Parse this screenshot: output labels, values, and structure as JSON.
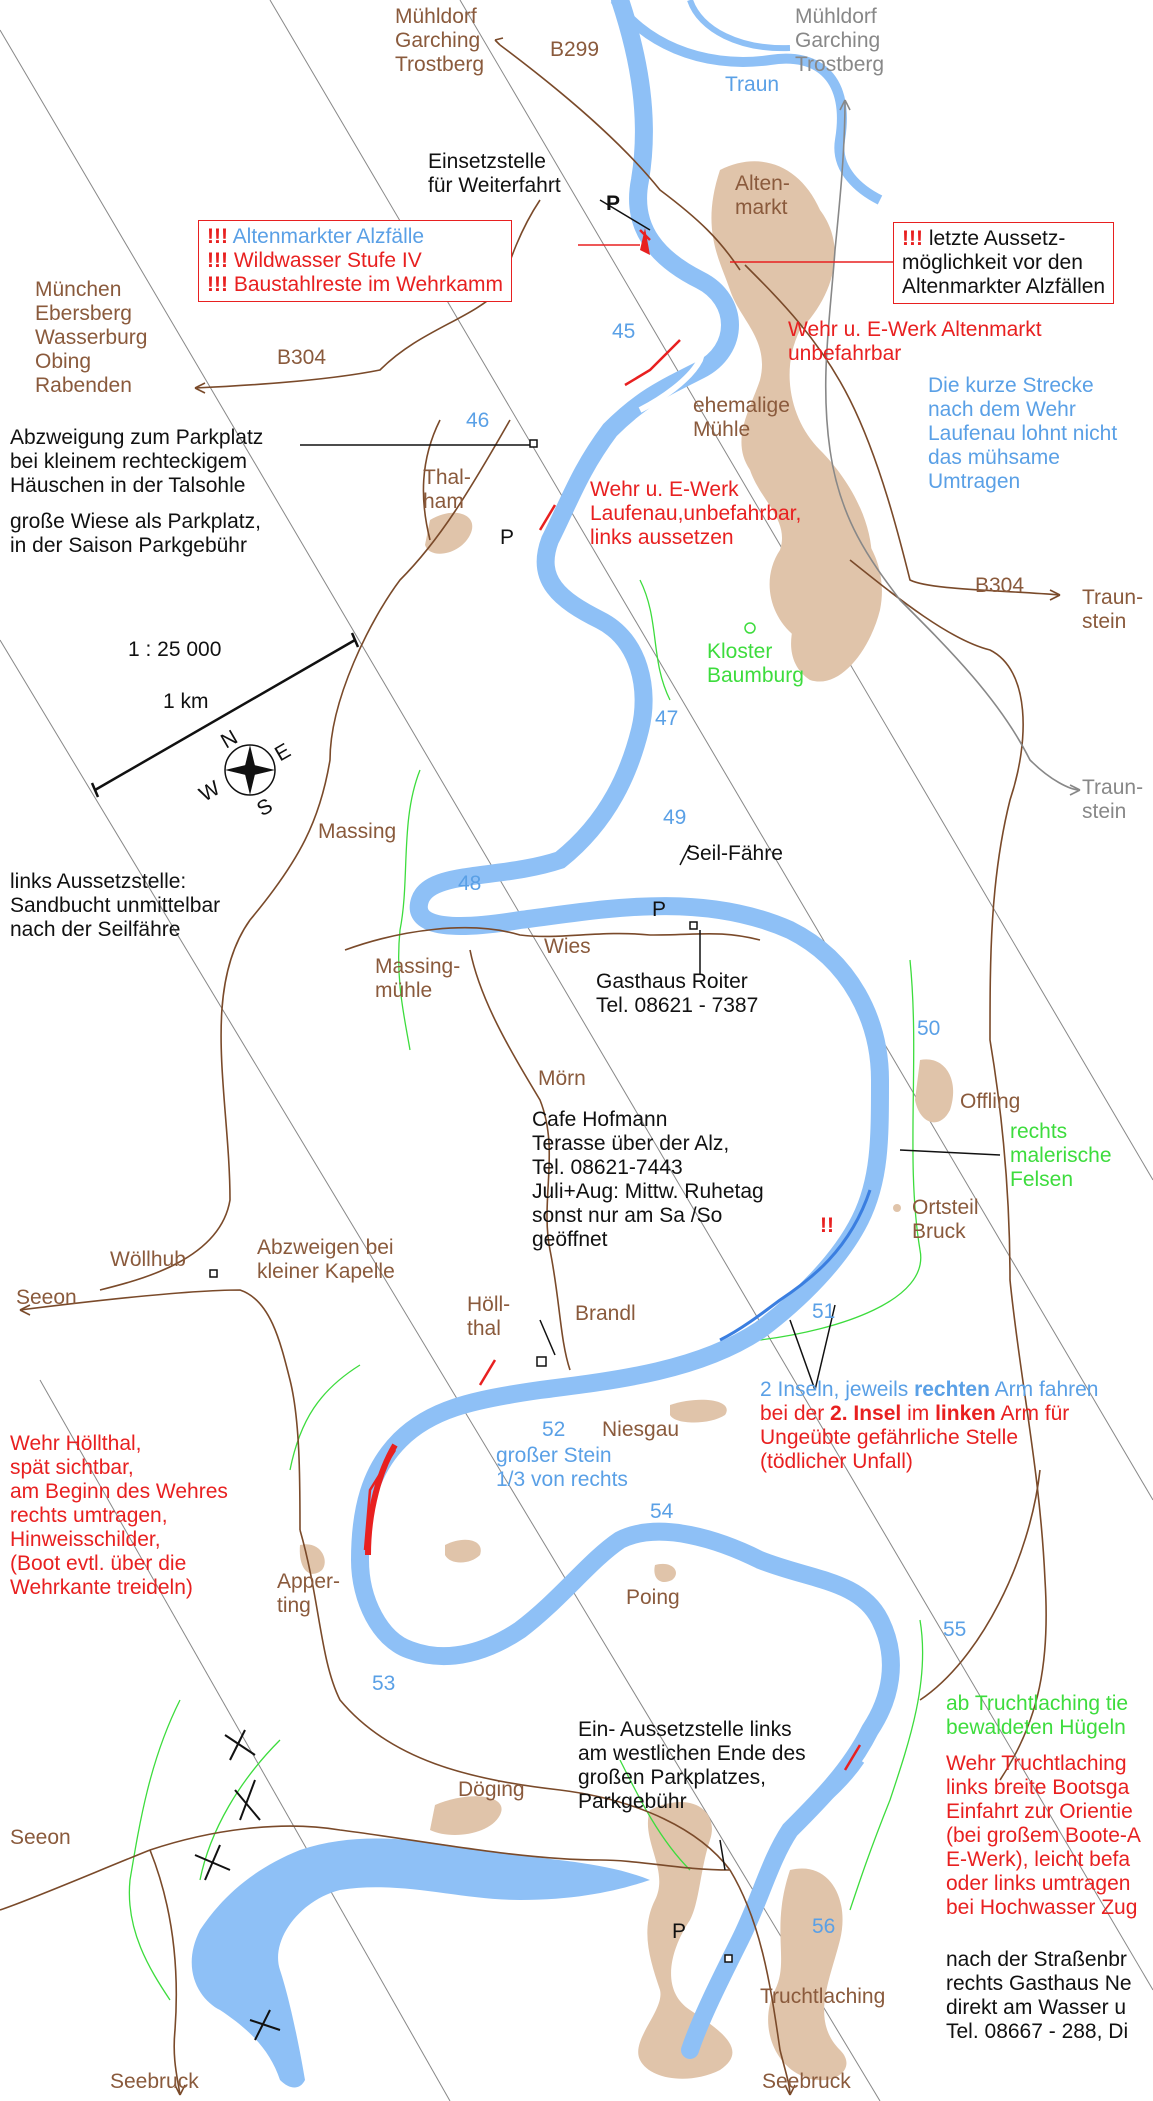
{
  "labels": {
    "muehldorf_left": "Mühldorf\nGarching\nTrostberg",
    "b299": "B299",
    "muehldorf_right": "Mühldorf\nGarching\nTrostberg",
    "traun": "Traun",
    "einsetzstelle": "Einsetzstelle\nfür Weiterfahrt",
    "p_top": "P",
    "altenmarkt": "Alten-\nmarkt",
    "warn_box_1_mark": "!!!",
    "warn_box_1a": "Altenmarkter Alzfälle",
    "warn_box_1b": "Wildwasser Stufe IV",
    "warn_box_1c": "Baustahlreste im Wehrkamm",
    "warn_box_2_mark": "!!!",
    "warn_box_2": "letzte Aussetz-\nmöglichkeit vor den\nAltenmarkter Alzfällen",
    "muenchen": "München\nEbersberg\nWasserburg\nObing\nRabenden",
    "b304_left": "B304",
    "km45": "45",
    "wehr_altenmarkt": "Wehr u. E-Werk Altenmarkt\nunbefahrbar",
    "ehemalige_muehle": "ehemalige\nMühle",
    "kurze_strecke": "Die kurze Strecke\nnach dem Wehr\nLaufenau lohnt nicht\ndas mühsame\nUmtragen",
    "km46": "46",
    "abzweigung": "Abzweigung zum Parkplatz\nbei kleinem rechteckigem\nHäuschen in der Talsohle",
    "wiese": "große Wiese als Parkplatz,\nin der Saison Parkgebühr",
    "thalham": "Thal-\nham",
    "wehr_laufenau": "Wehr u. E-Werk\nLaufenau,unbefahrbar,\nlinks aussetzen",
    "p_laufenau": "P",
    "b304_right": "B304",
    "traunstein_1": "Traun-\nstein",
    "scale": "1 : 25 000",
    "km_scale": "1 km",
    "kloster": "Kloster\nBaumburg",
    "km47": "47",
    "compass_n": "N",
    "compass_e": "E",
    "compass_s": "S",
    "compass_w": "W",
    "traunstein_2": "Traun-\nstein",
    "massing": "Massing",
    "km49": "49",
    "seilfaehre": "Seil-Fähre",
    "links_aussetz": "links Aussetzstelle:\nSandbucht unmittelbar\nnach der Seilfähre",
    "km48": "48",
    "p_seil": "P",
    "massingmuehle": "Massing-\nmühle",
    "wies": "Wies",
    "gasthaus_roiter": "Gasthaus Roiter\nTel. 08621 - 7387",
    "km50": "50",
    "moern": "Mörn",
    "offling": "Offling",
    "cafe": "Cafe Hofmann\nTerasse über der Alz,\nTel. 08621-7443\nJuli+Aug: Mittw. Ruhetag\nsonst nur am Sa /So\ngeöffnet",
    "rechts_felsen": "rechts\nmalerische\nFelsen",
    "ortsteil_bruck": "Ortsteil\nBruck",
    "woellhub": "Wöllhub",
    "abzweigen_kapelle": "Abzweigen bei\nkleiner Kapelle",
    "excl_mid": "!!",
    "seeon_1": "Seeon",
    "hoellthal": "Höll-\nthal",
    "brandl": "Brandl",
    "km51": "51",
    "inseln_1a": "2 Inseln, jeweils ",
    "inseln_1b": "rechten",
    "inseln_1c": " Arm fahren",
    "inseln_2a": "bei der ",
    "inseln_2b": "2. Insel",
    "inseln_2c": " im ",
    "inseln_2d": "linken",
    "inseln_2e": " Arm für",
    "inseln_3": "Ungeübte gefährliche Stelle\n(tödlicher Unfall)",
    "wehr_hoellthal": "Wehr Höllthal,\nspät sichtbar,\nam Beginn des Wehres\nrechts umtragen,\nHinweisschilder,\n(Boot evtl. über die\nWehrkante treideln)",
    "km52": "52",
    "niesgau": "Niesgau",
    "grosser_stein": "großer Stein\n1/3 von rechts",
    "km54": "54",
    "apperting": "Apper-\nting",
    "poing": "Poing",
    "km55": "55",
    "km53": "53",
    "truchtlaching_hint": "ab Truchtlaching tie\nbewaldeten Hügeln",
    "wehr_truchtlaching": "Wehr Truchtlaching\nlinks breite Bootsga\nEinfahrt zur Orientie\n(bei großem Boote-A\nE-Werk), leicht befa\noder links umtragen\nbei Hochwasser Zug",
    "ein_aussetz": "Ein- Aussetzstelle links\nam westlichen Ende des\ngroßen Parkplatzes,\nParkgebühr",
    "doeging": "Döging",
    "seeon_2": "Seeon",
    "p_truchtlaching": "P",
    "km56": "56",
    "truchtlaching": "Truchtlaching",
    "strassenbruecke": "nach der Straßenbr\nrechts Gasthaus Ne\ndirekt am Wasser u\nTel. 08667 - 288, Di",
    "seebruck_1": "Seebruck",
    "seebruck_2": "Seebruck"
  },
  "colors": {
    "river": "#8ec0f6",
    "river_dark": "#3a7ee0",
    "settlement": "#e0c4aa",
    "road": "#7a4a2a",
    "grid": "#888888",
    "weir": "#e82020",
    "green": "#3ddc3d"
  }
}
